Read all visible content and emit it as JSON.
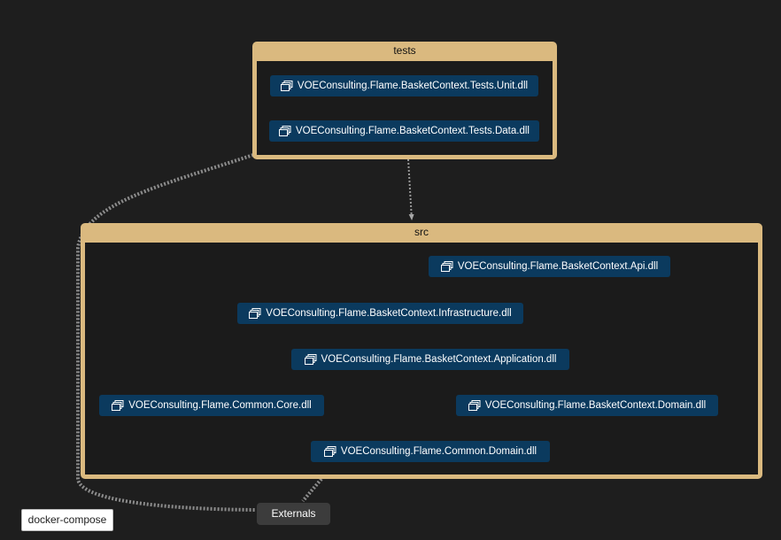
{
  "groups": {
    "tests": {
      "label": "tests"
    },
    "src": {
      "label": "src"
    }
  },
  "nodes": {
    "tests_unit": "VOEConsulting.Flame.BasketContext.Tests.Unit.dll",
    "tests_data": "VOEConsulting.Flame.BasketContext.Tests.Data.dll",
    "api": "VOEConsulting.Flame.BasketContext.Api.dll",
    "infrastructure": "VOEConsulting.Flame.BasketContext.Infrastructure.dll",
    "application": "VOEConsulting.Flame.BasketContext.Application.dll",
    "common_core": "VOEConsulting.Flame.Common.Core.dll",
    "basket_domain": "VOEConsulting.Flame.BasketContext.Domain.dll",
    "common_domain": "VOEConsulting.Flame.Common.Domain.dll",
    "externals": "Externals"
  },
  "legend": {
    "label": "docker-compose"
  },
  "colors": {
    "group_border": "#dab97f",
    "node_fill": "#0b3a5e",
    "edge": "#9a9a9a",
    "background": "#1e1e1e"
  },
  "icons": {
    "assembly": "assembly-icon"
  }
}
